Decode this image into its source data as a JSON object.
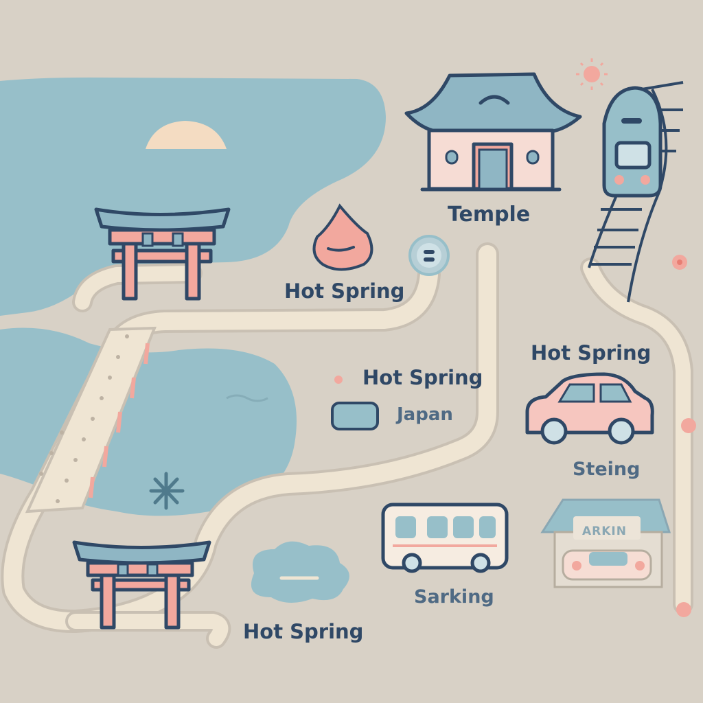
{
  "map": {
    "labels": {
      "temple": "Temple",
      "hot_spring_1": "Hot Spring",
      "hot_spring_2": "Hot Spring",
      "hot_spring_3": "Hot Spring",
      "hot_spring_4": "Hot Spring",
      "japan": "Japan",
      "steing": "Steing",
      "sarking": "Sarking",
      "arkin_sign": "ARKIN"
    },
    "icons": [
      "torii-gate-icon",
      "temple-icon",
      "train-icon",
      "hot-spring-flame-icon",
      "car-icon",
      "bus-icon",
      "parking-garage-icon",
      "sun-icon",
      "location-pin-icon",
      "sparkle-icon",
      "cloud-pond-icon",
      "signboard-icon"
    ],
    "colors": {
      "background": "#d8d1c6",
      "water": "#97bfc9",
      "road": "#efe5d3",
      "outline": "#2f4866",
      "accent_pink": "#f2a89e",
      "roof_blue": "#8fb6c4",
      "sand": "#f4dcc2"
    }
  }
}
